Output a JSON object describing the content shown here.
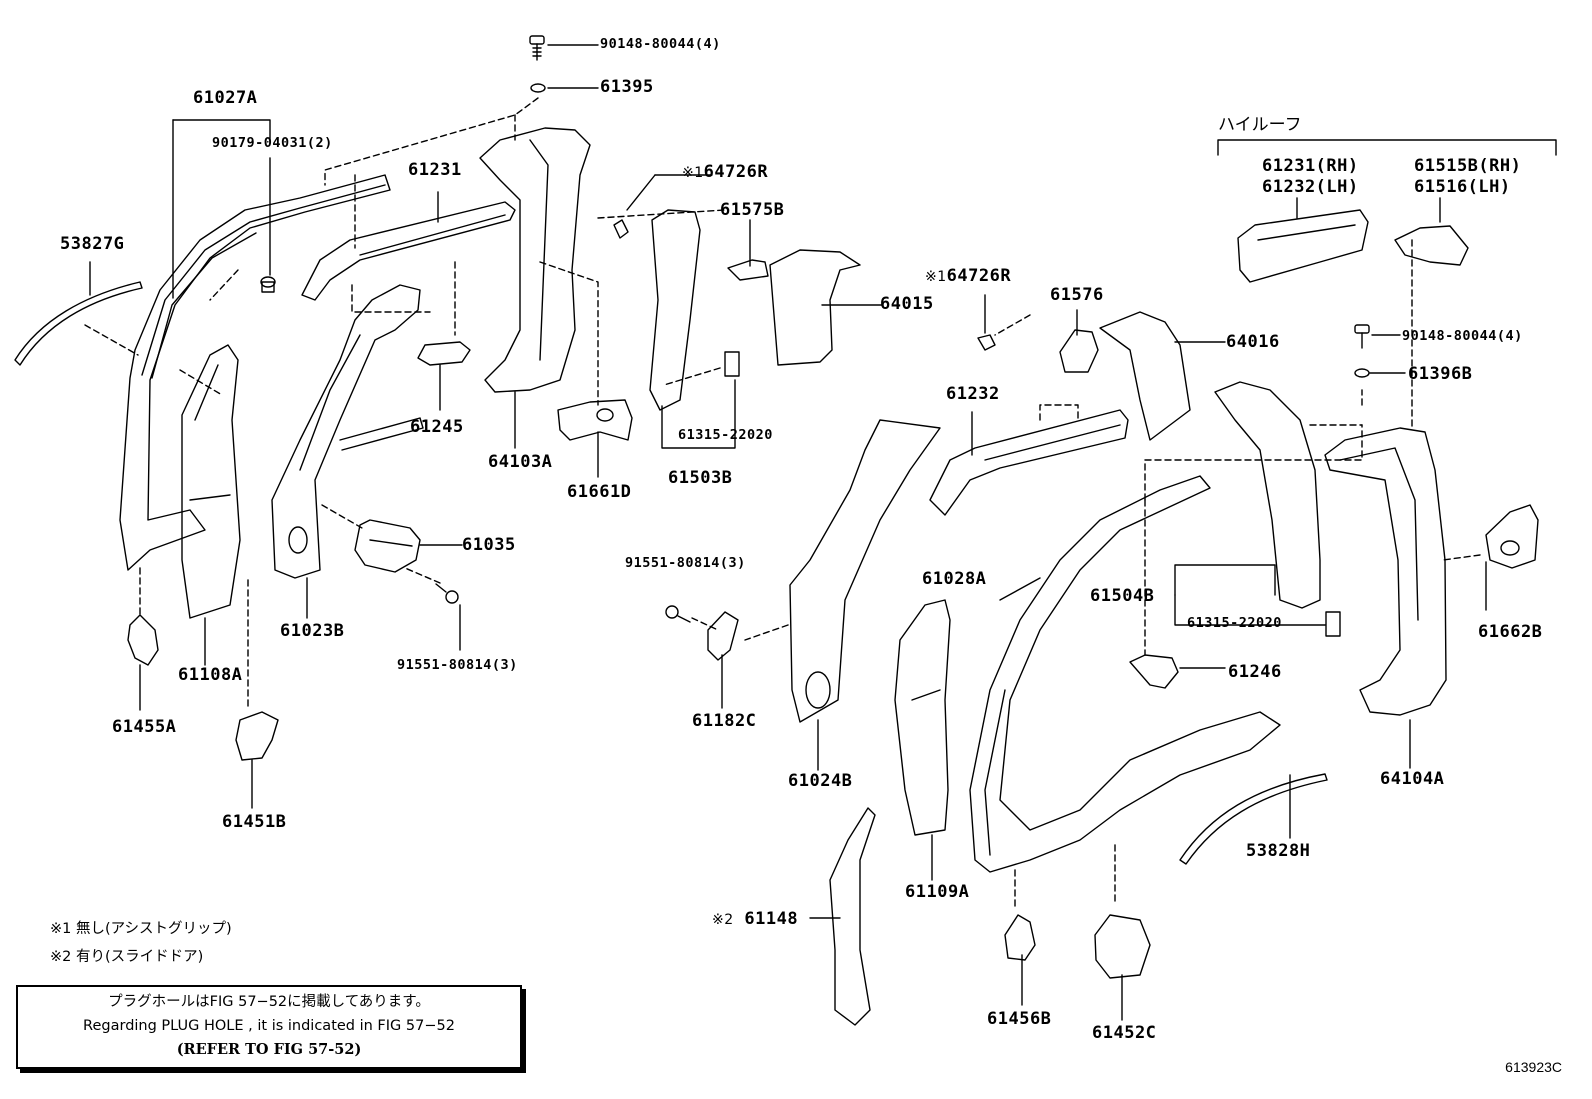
{
  "labels": {
    "p90148_top": "90148-80044(4)",
    "p61395": "61395",
    "p61027A": "61027A",
    "p90179": "90179-04031(2)",
    "p61231": "61231",
    "p64726R_a_mark": "※1",
    "p64726R_a": "64726R",
    "p61575B": "61575B",
    "p53827G": "53827G",
    "p64015": "64015",
    "p64726R_b_mark": "※1",
    "p64726R_b": "64726R",
    "p61576": "61576",
    "p64016": "64016",
    "p61245": "61245",
    "p64103A": "64103A",
    "p61315_a": "61315-22020",
    "p61503B": "61503B",
    "p61661D": "61661D",
    "p61232": "61232",
    "p61035": "61035",
    "p61023B": "61023B",
    "p61108A": "61108A",
    "p91551_a": "91551-80814(3)",
    "p91551_b": "91551-80814(3)",
    "p61028A": "61028A",
    "p61504B": "61504B",
    "p61315_b": "61315-22020",
    "p61246": "61246",
    "p61662B": "61662B",
    "p61455A": "61455A",
    "p61182C": "61182C",
    "p61024B": "61024B",
    "p64104A": "64104A",
    "p61451B": "61451B",
    "p53828H": "53828H",
    "p61109A": "61109A",
    "p61148_mark": "※2",
    "p61148": "61148",
    "p61456B": "61456B",
    "p61452C": "61452C",
    "highroof": "ハイルーフ",
    "p61231_rh": "61231(RH)",
    "p61232_lh": "61232(LH)",
    "p61515B_rh": "61515B(RH)",
    "p61516_lh": "61516(LH)",
    "p90148_right": "90148-80044(4)",
    "p61396B": "61396B"
  },
  "notes": {
    "note1": "※1 無し(アシストグリップ)",
    "note2": "※2 有り(スライドドア)"
  },
  "info_box": {
    "line1": "プラグホールはFIG 57−52に掲載してあります。",
    "line2": "Regarding  PLUG  HOLE , it is indicated in FIG  57−52",
    "line3": "(REFER TO FIG 57-52)"
  },
  "figure_code": "613923C"
}
